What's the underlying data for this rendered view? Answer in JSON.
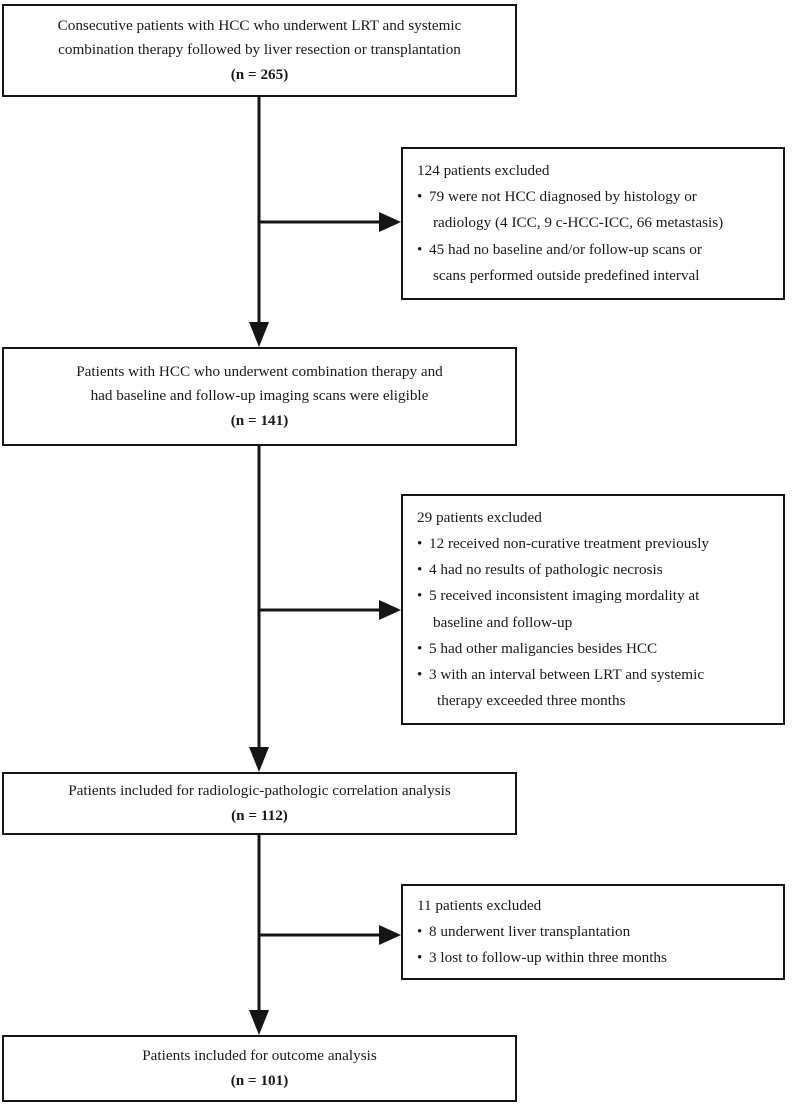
{
  "chart_data": {
    "type": "diagram",
    "title": "Patient selection flowchart",
    "nodes": [
      {
        "id": "enrolled",
        "kind": "primary",
        "lines": [
          "Consecutive patients with HCC who underwent LRT and systemic",
          "combination therapy followed by liver resection or transplantation"
        ],
        "count": "(n = 265)"
      },
      {
        "id": "excluded-1",
        "kind": "exclusion",
        "title": "124 patients excluded",
        "items": [
          {
            "first": "79 were not HCC diagnosed by histology or",
            "cont": "radiology (4 ICC, 9 c-HCC-ICC, 66 metastasis)"
          },
          {
            "first": "45 had no baseline and/or follow-up scans or",
            "cont": "scans performed outside predefined interval"
          }
        ]
      },
      {
        "id": "eligible",
        "kind": "primary",
        "lines": [
          "Patients with HCC who underwent combination therapy and",
          "had baseline and follow-up imaging scans were eligible"
        ],
        "count": "(n = 141)"
      },
      {
        "id": "excluded-2",
        "kind": "exclusion",
        "title": "29 patients excluded",
        "items": [
          {
            "first": "12 received non-curative treatment previously",
            "cont": ""
          },
          {
            "first": "4 had no results of pathologic necrosis",
            "cont": ""
          },
          {
            "first": "5 received inconsistent imaging mordality at",
            "cont": "baseline and follow-up"
          },
          {
            "first": "5 had other maligancies besides HCC",
            "cont": ""
          },
          {
            "first": "3 with an interval between LRT and systemic",
            "cont": "therapy exceeded three months"
          }
        ]
      },
      {
        "id": "radpath",
        "kind": "primary",
        "lines": [
          "Patients included for radiologic-pathologic correlation analysis"
        ],
        "count": "(n = 112)"
      },
      {
        "id": "excluded-3",
        "kind": "exclusion",
        "title": "11 patients excluded",
        "items": [
          {
            "first": "8 underwent liver transplantation",
            "cont": ""
          },
          {
            "first": "3 lost to follow-up within three months",
            "cont": ""
          }
        ]
      },
      {
        "id": "outcome",
        "kind": "primary",
        "lines": [
          "Patients included for outcome analysis"
        ],
        "count": "(n = 101)"
      }
    ],
    "colors": {
      "stroke": "#151515",
      "background": "#ffffff",
      "text": "#1a1a1a"
    }
  }
}
